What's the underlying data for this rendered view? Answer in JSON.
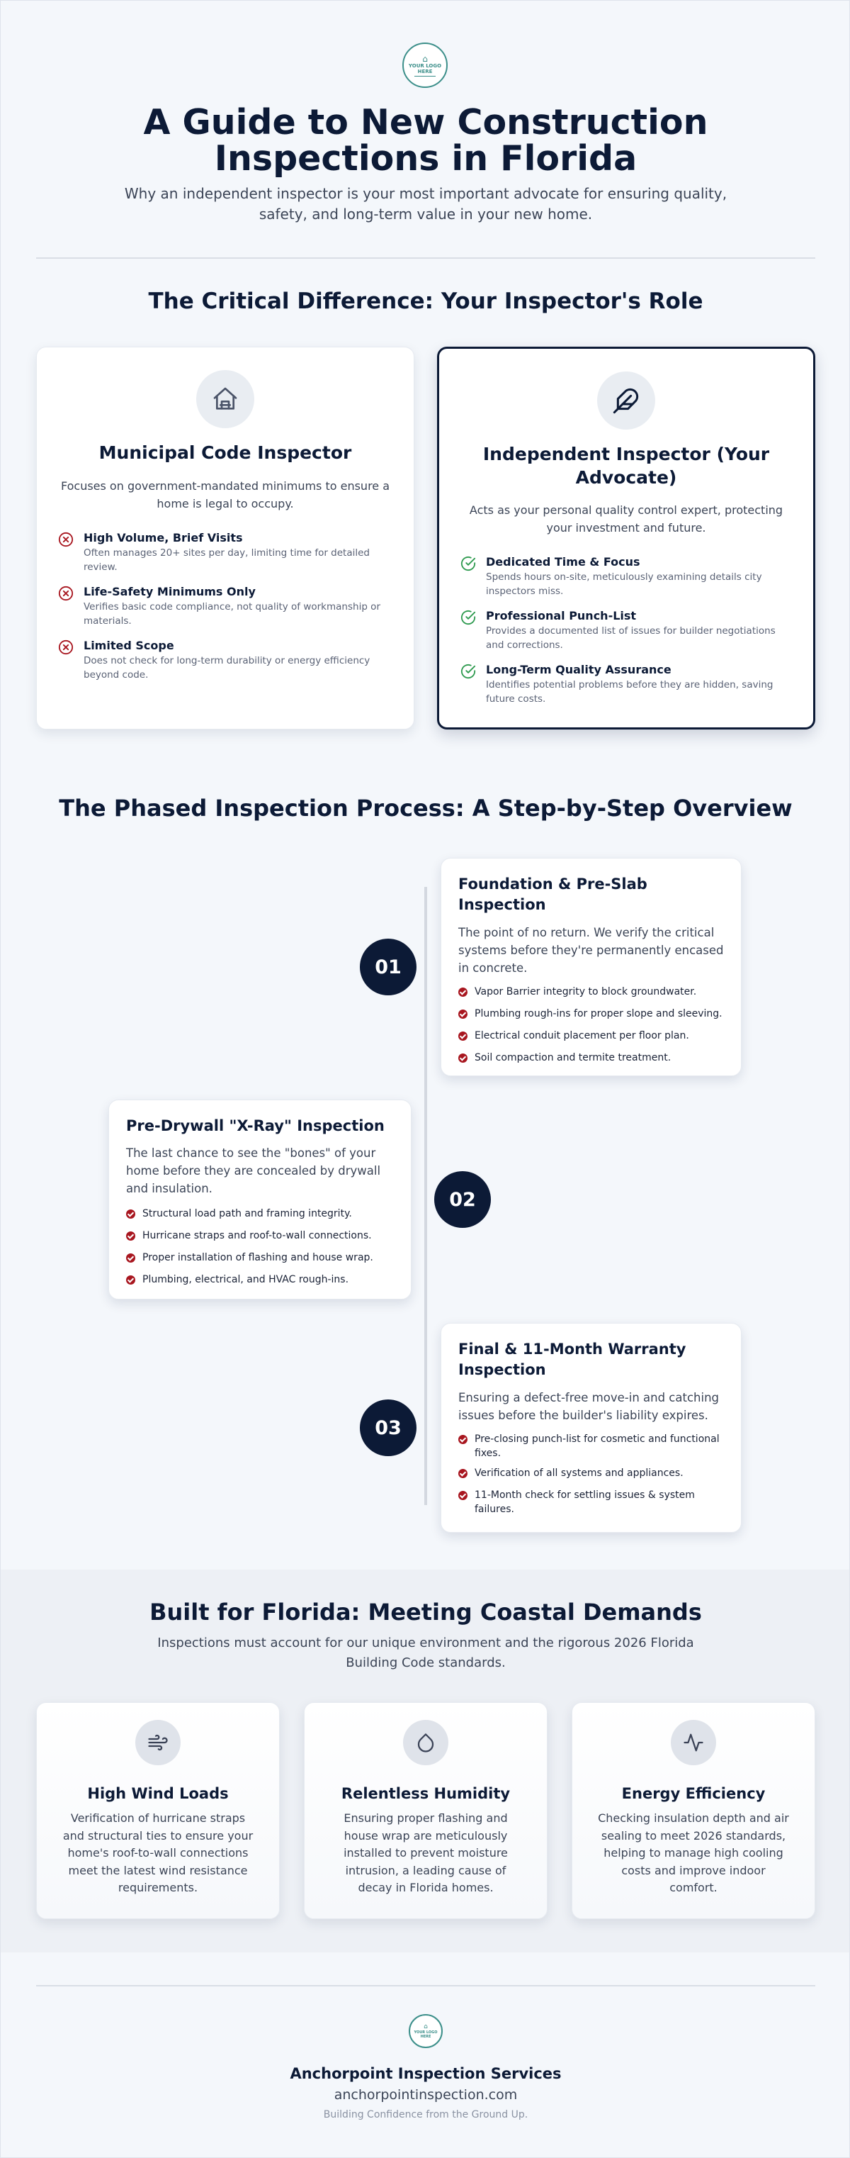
{
  "header": {
    "logo_text": "YOUR LOGO HERE",
    "title_line1": "A Guide to New Construction",
    "title_line2": "Inspections in Florida",
    "subtitle": "Why an independent inspector is your most important advocate for ensuring quality, safety, and long-term value in your new home."
  },
  "comparison": {
    "title": "The Critical Difference: Your Inspector's Role",
    "municipal": {
      "icon": "house-icon",
      "title": "Municipal Code Inspector",
      "description": "Focuses on government-mandated minimums to ensure a home is legal to occupy.",
      "items": [
        {
          "icon": "x-circle-icon",
          "name": "High Volume, Brief Visits",
          "desc": "Often manages 20+ sites per day, limiting time for detailed review."
        },
        {
          "icon": "x-circle-icon",
          "name": "Life-Safety Minimums Only",
          "desc": "Verifies basic code compliance, not quality of workmanship or materials."
        },
        {
          "icon": "x-circle-icon",
          "name": "Limited Scope",
          "desc": "Does not check for long-term durability or energy efficiency beyond code."
        }
      ]
    },
    "independent": {
      "icon": "feather-icon",
      "title": "Independent Inspector (Your Advocate)",
      "description": "Acts as your personal quality control expert, protecting your investment and future.",
      "items": [
        {
          "icon": "check-circle-icon",
          "name": "Dedicated Time & Focus",
          "desc": "Spends hours on-site, meticulously examining details city inspectors miss."
        },
        {
          "icon": "check-circle-icon",
          "name": "Professional Punch-List",
          "desc": "Provides a documented list of issues for builder negotiations and corrections."
        },
        {
          "icon": "check-circle-icon",
          "name": "Long-Term Quality Assurance",
          "desc": "Identifies potential problems before they are hidden, saving future costs."
        }
      ]
    }
  },
  "process": {
    "title": "The Phased Inspection Process: A Step-by-Step Overview",
    "steps": [
      {
        "number": "01",
        "title": "Foundation & Pre-Slab Inspection",
        "description": "The point of no return. We verify the critical systems before they're permanently encased in concrete.",
        "items": [
          "Vapor Barrier integrity to block groundwater.",
          "Plumbing rough-ins for proper slope and sleeving.",
          "Electrical conduit placement per floor plan.",
          "Soil compaction and termite treatment."
        ]
      },
      {
        "number": "02",
        "title": "Pre-Drywall \"X-Ray\" Inspection",
        "description": "The last chance to see the \"bones\" of your home before they are concealed by drywall and insulation.",
        "items": [
          "Structural load path and framing integrity.",
          "Hurricane straps and roof-to-wall connections.",
          "Proper installation of flashing and house wrap.",
          "Plumbing, electrical, and HVAC rough-ins."
        ]
      },
      {
        "number": "03",
        "title": "Final & 11-Month Warranty Inspection",
        "description": "Ensuring a defect-free move-in and catching issues before the builder's liability expires.",
        "items": [
          "Pre-closing punch-list for cosmetic and functional fixes.",
          "Verification of all systems and appliances.",
          "11-Month check for settling issues & system failures."
        ]
      }
    ]
  },
  "florida": {
    "title": "Built for Florida: Meeting Coastal Demands",
    "subtitle": "Inspections must account for our unique environment and the rigorous 2026 Florida Building Code standards.",
    "cards": [
      {
        "icon": "wind-icon",
        "title": "High Wind Loads",
        "desc": "Verification of hurricane straps and structural ties to ensure your home's roof-to-wall connections meet the latest wind resistance requirements."
      },
      {
        "icon": "droplet-icon",
        "title": "Relentless Humidity",
        "desc": "Ensuring proper flashing and house wrap are meticulously installed to prevent moisture intrusion, a leading cause of decay in Florida homes."
      },
      {
        "icon": "activity-icon",
        "title": "Energy Efficiency",
        "desc": "Checking insulation depth and air sealing to meet 2026 standards, helping to manage high cooling costs and improve indoor comfort."
      }
    ]
  },
  "footer": {
    "logo_text": "YOUR LOGO HERE",
    "company": "Anchorpoint Inspection Services",
    "url": "anchorpointinspection.com",
    "tagline": "Building Confidence from the Ground Up."
  },
  "colors": {
    "navy": "#0c1a36",
    "red": "#a8161f",
    "green": "#2e9a4f",
    "teal": "#3c8f8a",
    "background": "#f4f7fb"
  }
}
